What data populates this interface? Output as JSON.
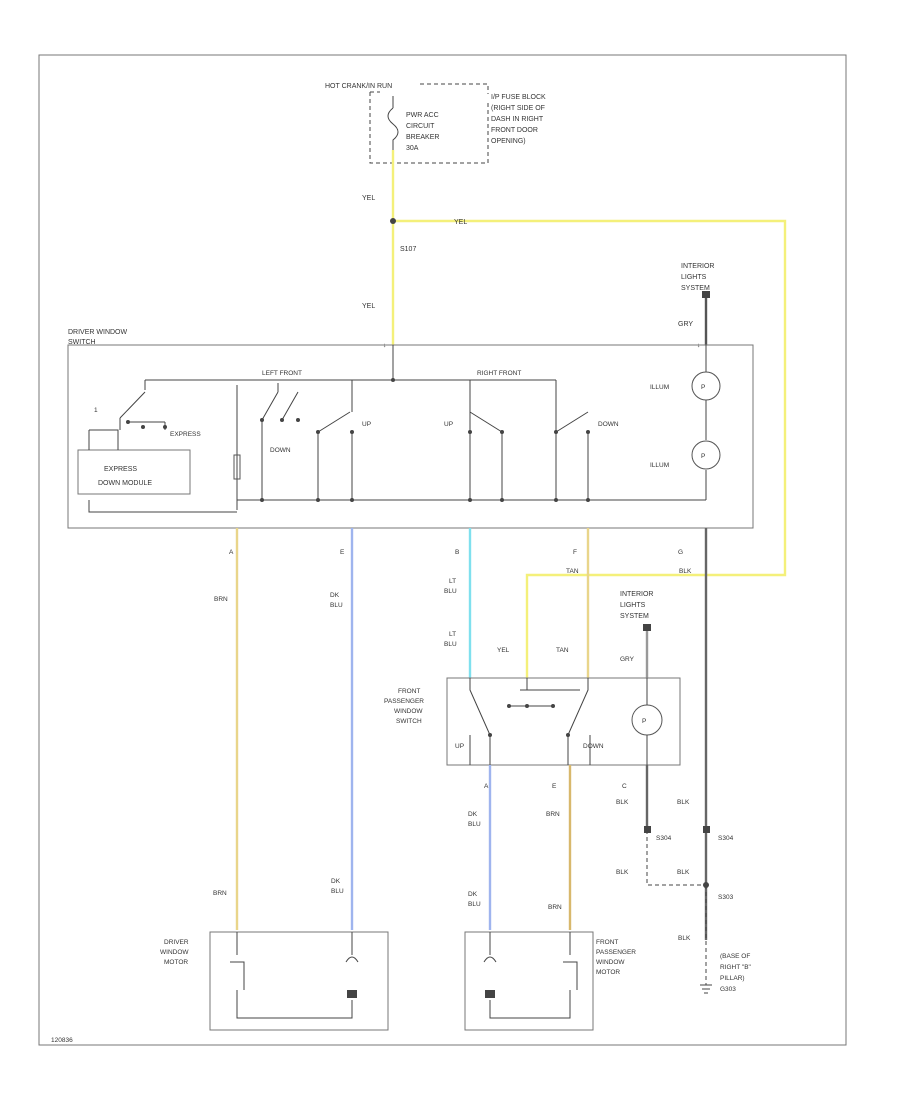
{
  "labels": {
    "hot_fused": "HOT CRANK/IN RUN",
    "fuse_block": [
      "I/P FUSE BLOCK",
      "(RIGHT SIDE OF",
      "DASH IN RIGHT",
      "FRONT DOOR",
      "OPENING)"
    ],
    "circuit_breaker": [
      "PWR ACC",
      "CIRCUIT",
      "BREAKER",
      "30A"
    ],
    "splice_top": "S107",
    "int_lights_top": [
      "INTERIOR",
      "LIGHTS",
      "SYSTEM"
    ],
    "int_lights_mid": [
      "INTERIOR",
      "LIGHTS",
      "SYSTEM"
    ],
    "driver_switch": [
      "DRIVER WINDOW",
      "SWITCH"
    ],
    "left_front": "LEFT FRONT",
    "right_front": "RIGHT FRONT",
    "express": "EXPRESS",
    "express_module": [
      "EXPRESS",
      "DOWN MODULE"
    ],
    "down": "DOWN",
    "up": "UP",
    "illum": "ILLUM",
    "pass_switch": [
      "FRONT",
      "PASSENGER",
      "WINDOW",
      "SWITCH"
    ],
    "driver_motor": [
      "DRIVER",
      "WINDOW",
      "MOTOR"
    ],
    "pass_motor": [
      "FRONT",
      "PASSENGER",
      "WINDOW",
      "MOTOR"
    ],
    "splice_s304": "S304",
    "splice_s303": "S303",
    "ground": [
      "(BASE OF",
      "RIGHT \"B\"",
      "PILLAR)",
      "G303"
    ],
    "figure_id": "120836"
  },
  "wire_colors": {
    "yel": "YEL",
    "gry": "GRY",
    "brn": "BRN",
    "dk_blu": [
      "DK",
      "BLU"
    ],
    "lt_blu": [
      "LT",
      "BLU"
    ],
    "tan": "TAN",
    "blk": "BLK"
  },
  "pins": {
    "a": "A",
    "e": "E",
    "b": "B",
    "f": "F",
    "g": "G",
    "c": "C"
  },
  "colors": {
    "yellow": "#f4f07a",
    "blue": "#9fb4ee",
    "cyan": "#7fe0ee",
    "tan": "#e9d58a",
    "brown": "#d8b86c",
    "dark": "#555555",
    "gray": "#999999"
  }
}
